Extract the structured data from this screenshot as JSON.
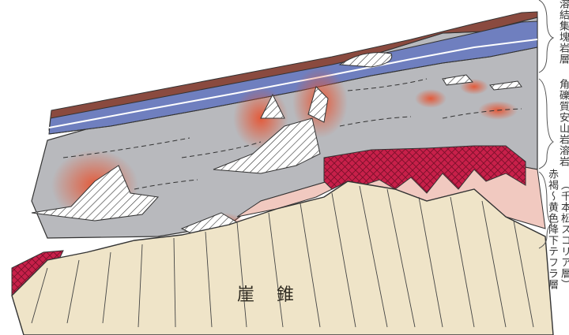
{
  "labels": {
    "layer1": "溶結集塊岩層",
    "layer2": "角礫質安山岩溶岩",
    "layer3_main": "赤褐〜黄色降下テフラ層",
    "layer3_sub": "（千本松スコリア層）",
    "talus": "崖錐"
  },
  "colors": {
    "gray_lava": "#b8b9bd",
    "blue_band": "#6f7fbf",
    "brown_band": "#8a4a3f",
    "crimson_scoria": "#c8204a",
    "pink_tephra": "#f1c9c0",
    "talus_beige": "#efe4c8",
    "red_oxidation": "#e8502c"
  }
}
